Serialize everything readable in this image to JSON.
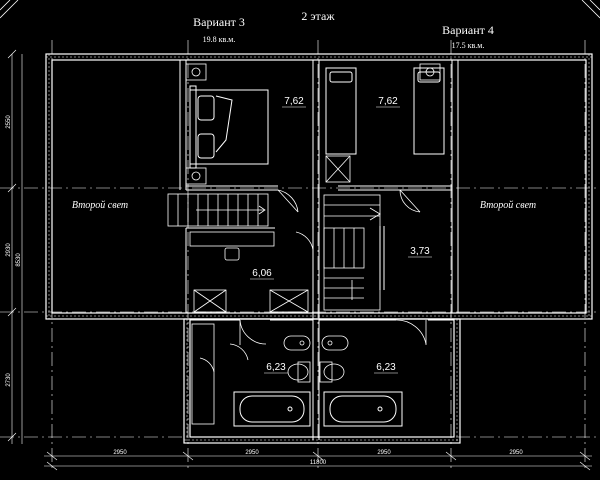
{
  "title": "2 этаж",
  "variants": [
    {
      "name": "Вариант 3",
      "area": "19.8 кв.м."
    },
    {
      "name": "Вариант 4",
      "area": "17.5 кв.м."
    }
  ],
  "rooms": [
    {
      "id": "bedroom-left",
      "area": "7,62"
    },
    {
      "id": "bedroom-right",
      "area": "7,62"
    },
    {
      "id": "hall-left",
      "area": "6,06"
    },
    {
      "id": "hall-right",
      "area": "3,73"
    },
    {
      "id": "bath-left",
      "area": "6,23"
    },
    {
      "id": "bath-right",
      "area": "6,23"
    }
  ],
  "second_light": [
    "Второй свет",
    "Второй свет"
  ],
  "dimensions": {
    "bottom": [
      "2950",
      "2950",
      "2950",
      "2950"
    ],
    "total": "11800",
    "left": [
      "2550",
      "2930",
      "8530",
      "2730"
    ]
  }
}
